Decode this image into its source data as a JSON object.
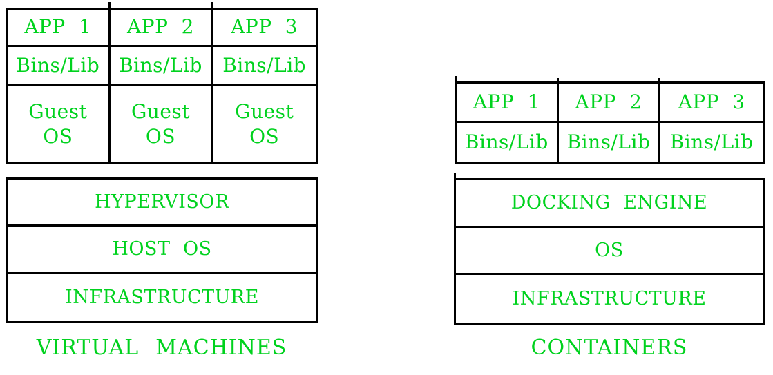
{
  "diagram": {
    "colors": {
      "text": "#00d21e",
      "border": "#000000",
      "background": "#ffffff"
    },
    "left": {
      "grid_rows": [
        [
          "APP 1",
          "APP 2",
          "APP 3"
        ],
        [
          "Bins/Lib",
          "Bins/Lib",
          "Bins/Lib"
        ],
        [
          "Guest\nOS",
          "Guest\nOS",
          "Guest\nOS"
        ]
      ],
      "stack": [
        "HYPERVISOR",
        "HOST OS",
        "INFRASTRUCTURE"
      ],
      "caption": "VIRTUAL MACHINES"
    },
    "right": {
      "grid_rows": [
        [
          "APP 1",
          "APP 2",
          "APP 3"
        ],
        [
          "Bins/Lib",
          "Bins/Lib",
          "Bins/Lib"
        ]
      ],
      "stack": [
        "DOCKING ENGINE",
        "OS",
        "INFRASTRUCTURE"
      ],
      "caption": "CONTAINERS"
    }
  }
}
